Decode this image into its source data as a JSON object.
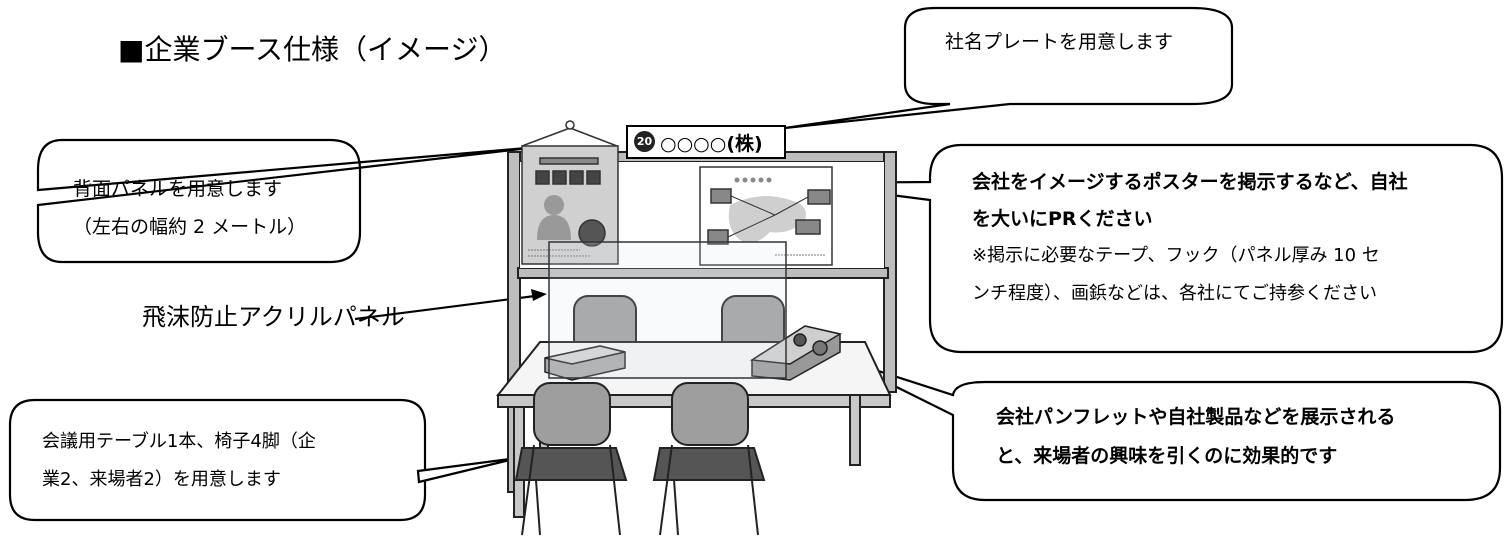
{
  "title": "■企業ブース仕様（イメージ）",
  "callouts": {
    "nameplate": "社名プレートを用意します",
    "back_panel": [
      "背面パネルを用意します",
      "（左右の幅約 2 メートル）"
    ],
    "acrylic_panel": "飛沫防止アクリルパネル",
    "poster": [
      "会社をイメージするポスターを掲示するなど、自社",
      "を大いにPRください",
      "※掲示に必要なテープ、フック（パネル厚み 10 セ",
      "ンチ程度）、画鋲などは、各社にてご持参ください"
    ],
    "pamphlets": [
      "会社パンフレットや自社製品などを展示される",
      "と、来場者の興味を引くのに効果的です"
    ],
    "table_chairs": [
      "会議用テーブル1本、椅子4脚（企",
      "業2、来場者2）を用意します"
    ]
  },
  "nameplate": {
    "number": "20",
    "text": "○○○○(株)"
  }
}
